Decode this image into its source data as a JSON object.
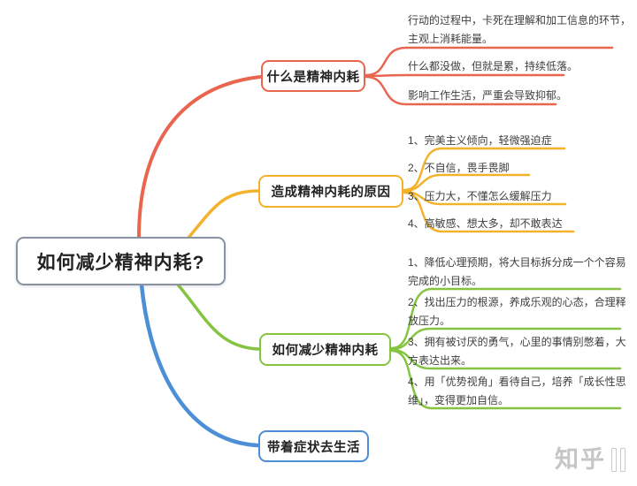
{
  "root": {
    "label": "如何减少精神内耗?",
    "border_color": "#8A93A3"
  },
  "branches": [
    {
      "id": "what-is",
      "label": "什么是精神内耗",
      "color": "#E9654F",
      "leaves": [
        {
          "text": "行动的过程中，卡死在理解和加工信息的环节，主观上消耗能量。"
        },
        {
          "text": "什么都没做，但就是累，持续低落。"
        },
        {
          "text": "影响工作生活，严重会导致抑郁。"
        }
      ]
    },
    {
      "id": "causes",
      "label": "造成精神内耗的原因",
      "color": "#F3B229",
      "leaves": [
        {
          "text": "1、完美主义倾向，轻微强迫症"
        },
        {
          "text": "2、不自信，畏手畏脚"
        },
        {
          "text": "3、压力大，不懂怎么缓解压力"
        },
        {
          "text": "4、高敏感、想太多，却不敢表达"
        }
      ]
    },
    {
      "id": "how-to-reduce",
      "label": "如何减少精神内耗",
      "color": "#85C440",
      "leaves": [
        {
          "text": "1、降低心理预期，将大目标拆分成一个个容易完成的小目标。"
        },
        {
          "text": "2、找出压力的根源，养成乐观的心态，合理释放压力。"
        },
        {
          "text": "3、拥有被讨厌的勇气，心里的事情别憋着，大方表达出来。"
        },
        {
          "text": "4、用「优势视角」看待自己，培养「成长性思维」，变得更加自信。"
        }
      ]
    },
    {
      "id": "live-with-symptoms",
      "label": "带着症状去生活",
      "color": "#4D8FD6",
      "leaves": []
    }
  ],
  "text_color": "#3E3E3E",
  "watermark": {
    "label": "知乎"
  }
}
